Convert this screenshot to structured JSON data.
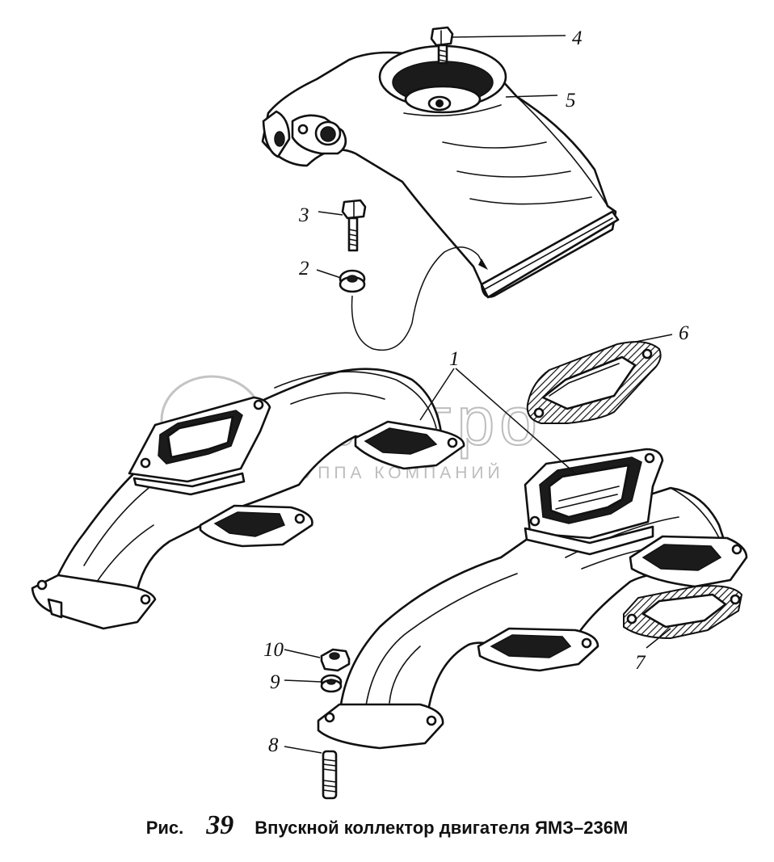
{
  "watermark": {
    "brand": "белагро",
    "tagline": "ГРУППА КОМПАНИЙ"
  },
  "callouts": [
    {
      "id": "c4",
      "label": "4"
    },
    {
      "id": "c5",
      "label": "5"
    },
    {
      "id": "c3",
      "label": "3"
    },
    {
      "id": "c2",
      "label": "2"
    },
    {
      "id": "c1",
      "label": "1"
    },
    {
      "id": "c6",
      "label": "6"
    },
    {
      "id": "c7",
      "label": "7"
    },
    {
      "id": "c10",
      "label": "10"
    },
    {
      "id": "c9",
      "label": "9"
    },
    {
      "id": "c8",
      "label": "8"
    }
  ],
  "caption": {
    "prefix": "Рис.",
    "figure_number": "39",
    "title": "Впускной коллектор двигателя ЯМЗ–236М"
  }
}
